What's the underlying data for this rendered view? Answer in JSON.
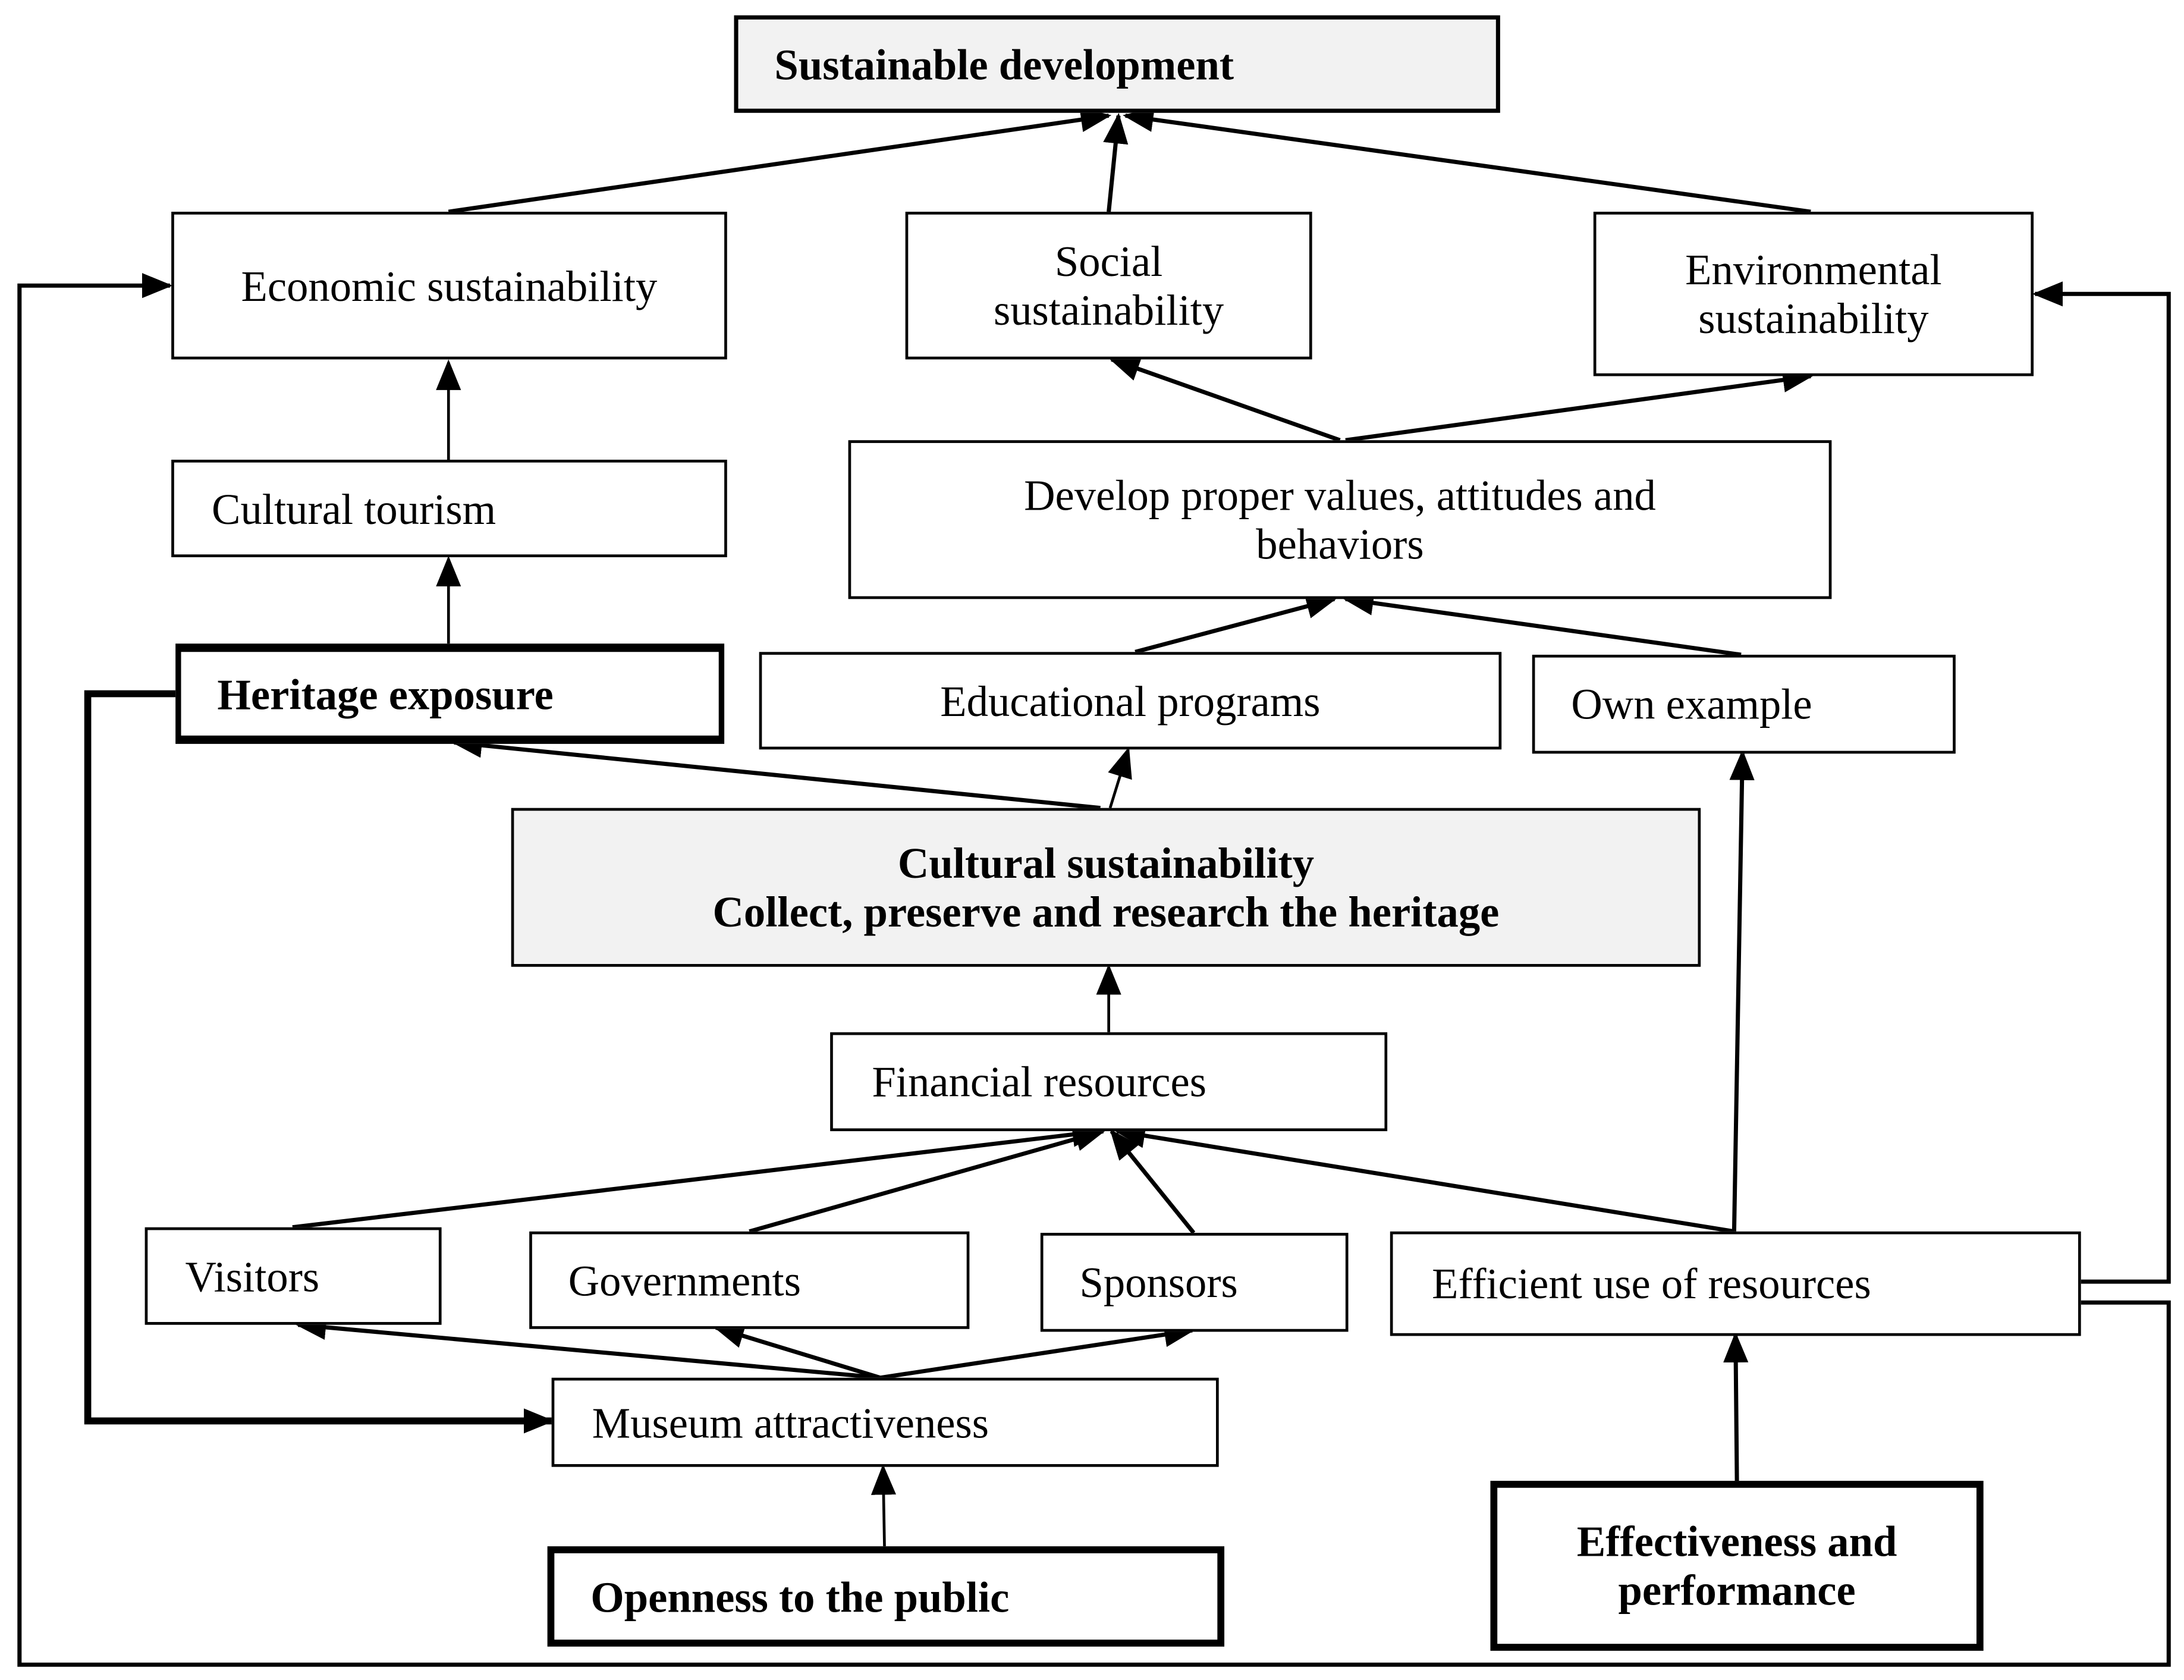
{
  "diagram": {
    "title_node": "Sustainable development",
    "nodes": {
      "sustainable_development": "Sustainable development",
      "economic_sustainability": "Economic sustainability",
      "social_sustainability": "Social\nsustainability",
      "environmental_sustainability": "Environmental\nsustainability",
      "cultural_tourism": "Cultural tourism",
      "develop_values": "Develop proper values, attitudes and\nbehaviors",
      "heritage_exposure": "Heritage exposure",
      "educational_programs": "Educational programs",
      "own_example": "Own example",
      "cultural_sustainability": "Cultural sustainability\nCollect, preserve and research the heritage",
      "financial_resources": "Financial resources",
      "visitors": "Visitors",
      "governments": "Governments",
      "sponsors": "Sponsors",
      "efficient_use": "Efficient use of resources",
      "museum_attractiveness": "Museum attractiveness",
      "openness": "Openness to the public",
      "effectiveness": "Effectiveness and\nperformance"
    },
    "edges": [
      {
        "from": "Economic sustainability",
        "to": "Sustainable development"
      },
      {
        "from": "Social sustainability",
        "to": "Sustainable development"
      },
      {
        "from": "Environmental sustainability",
        "to": "Sustainable development"
      },
      {
        "from": "Cultural tourism",
        "to": "Economic sustainability"
      },
      {
        "from": "Heritage exposure",
        "to": "Cultural tourism"
      },
      {
        "from": "Develop proper values, attitudes and behaviors",
        "to": "Social sustainability"
      },
      {
        "from": "Develop proper values, attitudes and behaviors",
        "to": "Environmental sustainability"
      },
      {
        "from": "Educational programs",
        "to": "Develop proper values, attitudes and behaviors"
      },
      {
        "from": "Own example",
        "to": "Develop proper values, attitudes and behaviors"
      },
      {
        "from": "Cultural sustainability",
        "to": "Heritage exposure"
      },
      {
        "from": "Cultural sustainability",
        "to": "Educational programs"
      },
      {
        "from": "Financial resources",
        "to": "Cultural sustainability"
      },
      {
        "from": "Visitors",
        "to": "Financial resources"
      },
      {
        "from": "Governments",
        "to": "Financial resources"
      },
      {
        "from": "Sponsors",
        "to": "Financial resources"
      },
      {
        "from": "Efficient use of resources",
        "to": "Financial resources"
      },
      {
        "from": "Efficient use of resources",
        "to": "Own example"
      },
      {
        "from": "Efficient use of resources",
        "to": "Environmental sustainability"
      },
      {
        "from": "Efficient use of resources",
        "to": "Economic sustainability"
      },
      {
        "from": "Museum attractiveness",
        "to": "Visitors"
      },
      {
        "from": "Museum attractiveness",
        "to": "Governments"
      },
      {
        "from": "Museum attractiveness",
        "to": "Sponsors"
      },
      {
        "from": "Heritage exposure",
        "to": "Museum attractiveness"
      },
      {
        "from": "Openness to the public",
        "to": "Museum attractiveness"
      },
      {
        "from": "Effectiveness and performance",
        "to": "Efficient use of resources"
      }
    ],
    "colors": {
      "line": "#000000",
      "highlight_fill": "#f2f2f2",
      "fill": "#ffffff"
    }
  }
}
